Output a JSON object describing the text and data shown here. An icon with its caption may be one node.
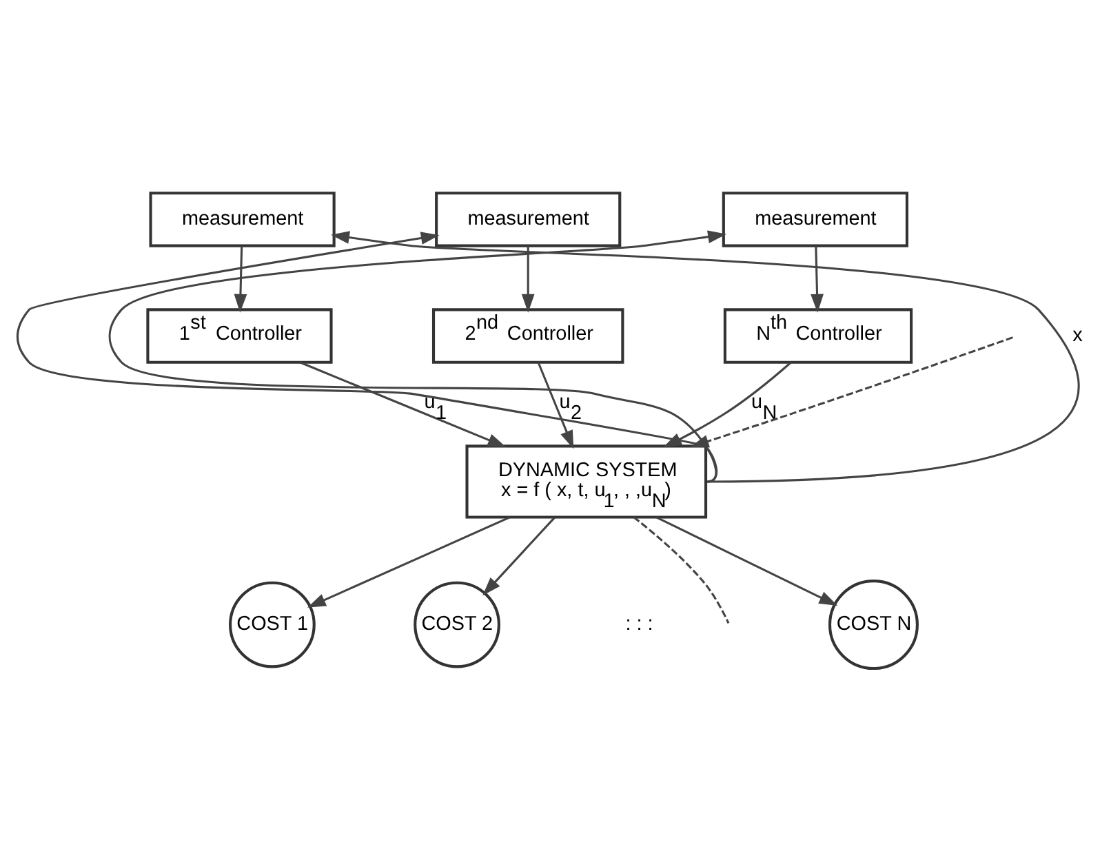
{
  "diagram": {
    "nodes": [
      {
        "text": [
          "1$^{st}$ Controller"
        ]
      },
      {
        "text": [
          "measurement"
        ]
      },
      {
        "text": [
          "2$^{nd}$ Controller"
        ]
      },
      {
        "text": [
          "measurement"
        ]
      },
      {
        "text": [
          "N$^{th}$ Controller"
        ]
      },
      {
        "text": [
          "measurement"
        ]
      },
      {
        "text": [
          "DYNAMIC SYSTEM",
          "x = f ( x, t, u$_{1}$, , ,u$_{N}$)"
        ]
      },
      {
        "text": [
          "COST 1"
        ]
      },
      {
        "text": [
          "COST 2"
        ]
      },
      {
        "text": [
          "COST N"
        ]
      }
    ],
    "edges": [
      {
        "from": 1,
        "to": 0,
        "arrow": "to"
      },
      {
        "from": 3,
        "to": 2,
        "arrow": "to"
      },
      {
        "from": 5,
        "to": 4,
        "arrow": "to"
      },
      {
        "from": 0,
        "to": 6,
        "arrow": "to",
        "label": "u$_{1}$"
      },
      {
        "from": 2,
        "to": 6,
        "arrow": "to",
        "label": "u$_{2}$"
      },
      {
        "from": 4,
        "to": 6,
        "arrow": "to",
        "label": "u$_{N}$"
      },
      {
        "from": null,
        "to": 6,
        "arrow": "to",
        "style": "dashed"
      },
      {
        "from": 6,
        "to": 1,
        "arrow": "to",
        "label": "x"
      },
      {
        "from": 6,
        "to": 3,
        "arrow": "to"
      },
      {
        "from": 6,
        "to": 5,
        "arrow": "to"
      },
      {
        "from": 6,
        "to": null,
        "arrow": "none",
        "style": "dashed"
      },
      {
        "from": 6,
        "to": 7,
        "arrow": "to"
      },
      {
        "from": 6,
        "to": 8,
        "arrow": "to"
      },
      {
        "from": 6,
        "to": 9,
        "arrow": "to"
      }
    ],
    "labels": [
      ": : :"
    ]
  }
}
